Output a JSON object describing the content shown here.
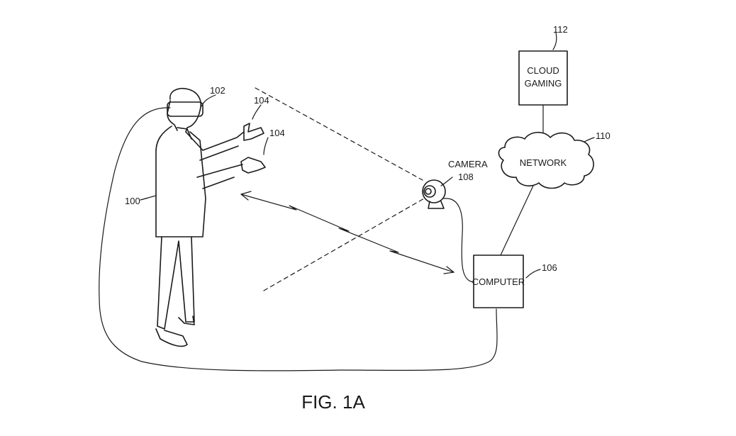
{
  "figure_label": "FIG. 1A",
  "references": {
    "user": "100",
    "hmd": "102",
    "hand_upper": "104",
    "hand_lower": "104",
    "computer": "106",
    "camera": "108",
    "network": "110",
    "cloud_gaming": "112"
  },
  "labels": {
    "camera": "CAMERA",
    "network": "NETWORK",
    "computer": "COMPUTER",
    "cloud_line1": "CLOUD",
    "cloud_line2": "GAMING"
  }
}
